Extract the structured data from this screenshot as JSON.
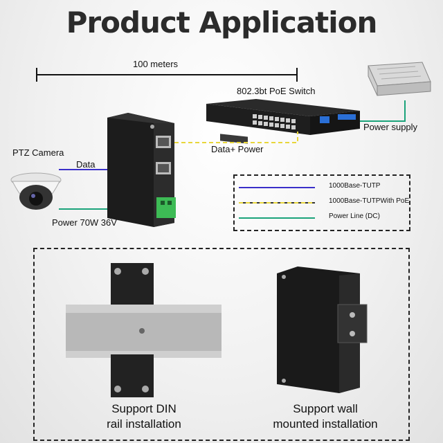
{
  "title": "Product Application",
  "distance_label": "100 meters",
  "switch_label": "802.3bt PoE Switch",
  "power_supply_label": "Power supply",
  "camera_label": "PTZ Camera",
  "data_label": "Data",
  "data_power_label": "Data+ Power",
  "power_label": "Power 70W 36V",
  "legend": [
    {
      "text": "1000Base-TUTP",
      "color": "#3a2fc9",
      "style": "solid"
    },
    {
      "text": "1000Base-TUTPWith PoE",
      "color": "#e8d63a",
      "style": "dashed"
    },
    {
      "text": "Power Line (DC)",
      "color": "#1aa37a",
      "style": "solid"
    }
  ],
  "din_caption_1": "Support DIN",
  "din_caption_2": "rail installation",
  "wall_caption_1": "Support wall",
  "wall_caption_2": "mounted installation",
  "colors": {
    "data": "#3a2fc9",
    "poe": "#e8d63a",
    "dc": "#1aa37a",
    "device": "#1c1c1c",
    "terminal": "#3dbb55"
  }
}
